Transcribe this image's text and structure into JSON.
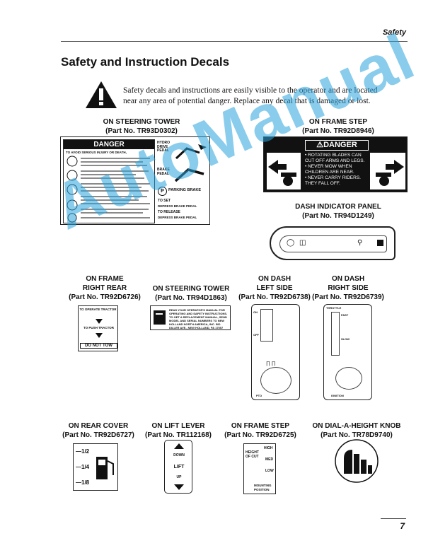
{
  "header": {
    "section": "Safety",
    "page_number": "7"
  },
  "title": "Safety and Instruction Decals",
  "intro": "Safety decals and instructions are easily visible to the operator and are located near any area of potential danger. Replace any decal that is damaged or lost.",
  "watermark": "AutoManual",
  "decals": {
    "steering_tower": {
      "location": "ON STEERING TOWER",
      "part": "(Part No. TR93D0302)",
      "danger": "DANGER",
      "warning": "TO AVOID SERIOUS INJURY OR DEATH,",
      "hydro": "HYDRO DRIVE PEDAL",
      "brake": "BRAKE PEDAL",
      "parking": "PARKING BRAKE",
      "set": "TO SET",
      "release": "TO RELEASE",
      "depress": "DEPRESS BRAKE PEDAL"
    },
    "frame_step_top": {
      "location": "ON FRAME STEP",
      "part": "(Part No. TR92D8946)",
      "danger": "DANGER",
      "line1": "• ROTATING BLADES CAN CUT OFF ARMS AND LEGS.",
      "line2": "• NEVER MOW WHEN CHILDREN ARE NEAR.",
      "line3": "• NEVER CARRY RIDERS. THEY FALL OFF."
    },
    "dash_panel": {
      "location": "DASH INDICATOR PANEL",
      "part": "(Part No. TR94D1249)"
    },
    "frame_rear": {
      "location1": "ON FRAME",
      "location2": "RIGHT REAR",
      "part": "(Part No. TR92D6726)",
      "t1": "TO OPERATE TRACTOR",
      "t2": "TO PUSH TRACTOR",
      "t3": "DO NOT TOW"
    },
    "steering_tower2": {
      "location": "ON STEERING TOWER",
      "part": "(Part No. TR94D1863)",
      "text": "READ YOUR OPERATOR'S MANUAL FOR OPERATING AND SAFETY INSTRUCTIONS. TO GET A REPLACEMENT MANUAL, SEND MODEL AND SERIAL NUMBERS TO NEW HOLLAND NORTH AMERICA, INC. 500 DILLER AVE., NEW HOLLAND, PA 17557"
    },
    "dash_left": {
      "location1": "ON DASH",
      "location2": "LEFT SIDE",
      "part": "(Part No. TR92D6738)",
      "on": "ON",
      "off": "OFF",
      "pto": "PTO"
    },
    "dash_right": {
      "location1": "ON DASH",
      "location2": "RIGHT SIDE",
      "part": "(Part No. TR92D6739)",
      "throttle": "THROTTLE",
      "fast": "FAST",
      "slow": "SLOW",
      "ignition": "IGNITION"
    },
    "rear_cover": {
      "location": "ON REAR COVER",
      "part": "(Part No. TR92D6727)",
      "f1": "1/2",
      "f2": "1/4",
      "f3": "1/8"
    },
    "lift_lever": {
      "location": "ON LIFT LEVER",
      "part": "(Part No. TR112168)",
      "down": "DOWN",
      "lift": "LIFT",
      "up": "UP"
    },
    "frame_step_bottom": {
      "location": "ON FRAME STEP",
      "part": "(Part No. TR92D6725)",
      "high": "HIGH",
      "med": "MED",
      "low": "LOW",
      "hoc": "HEIGHT OF CUT",
      "mount": "MOUNTING POSITION"
    },
    "dial_knob": {
      "location": "ON DIAL-A-HEIGHT KNOB",
      "part": "(Part No. TR78D9740)"
    }
  },
  "colors": {
    "watermark": "#29a3de",
    "ink": "#111111"
  }
}
